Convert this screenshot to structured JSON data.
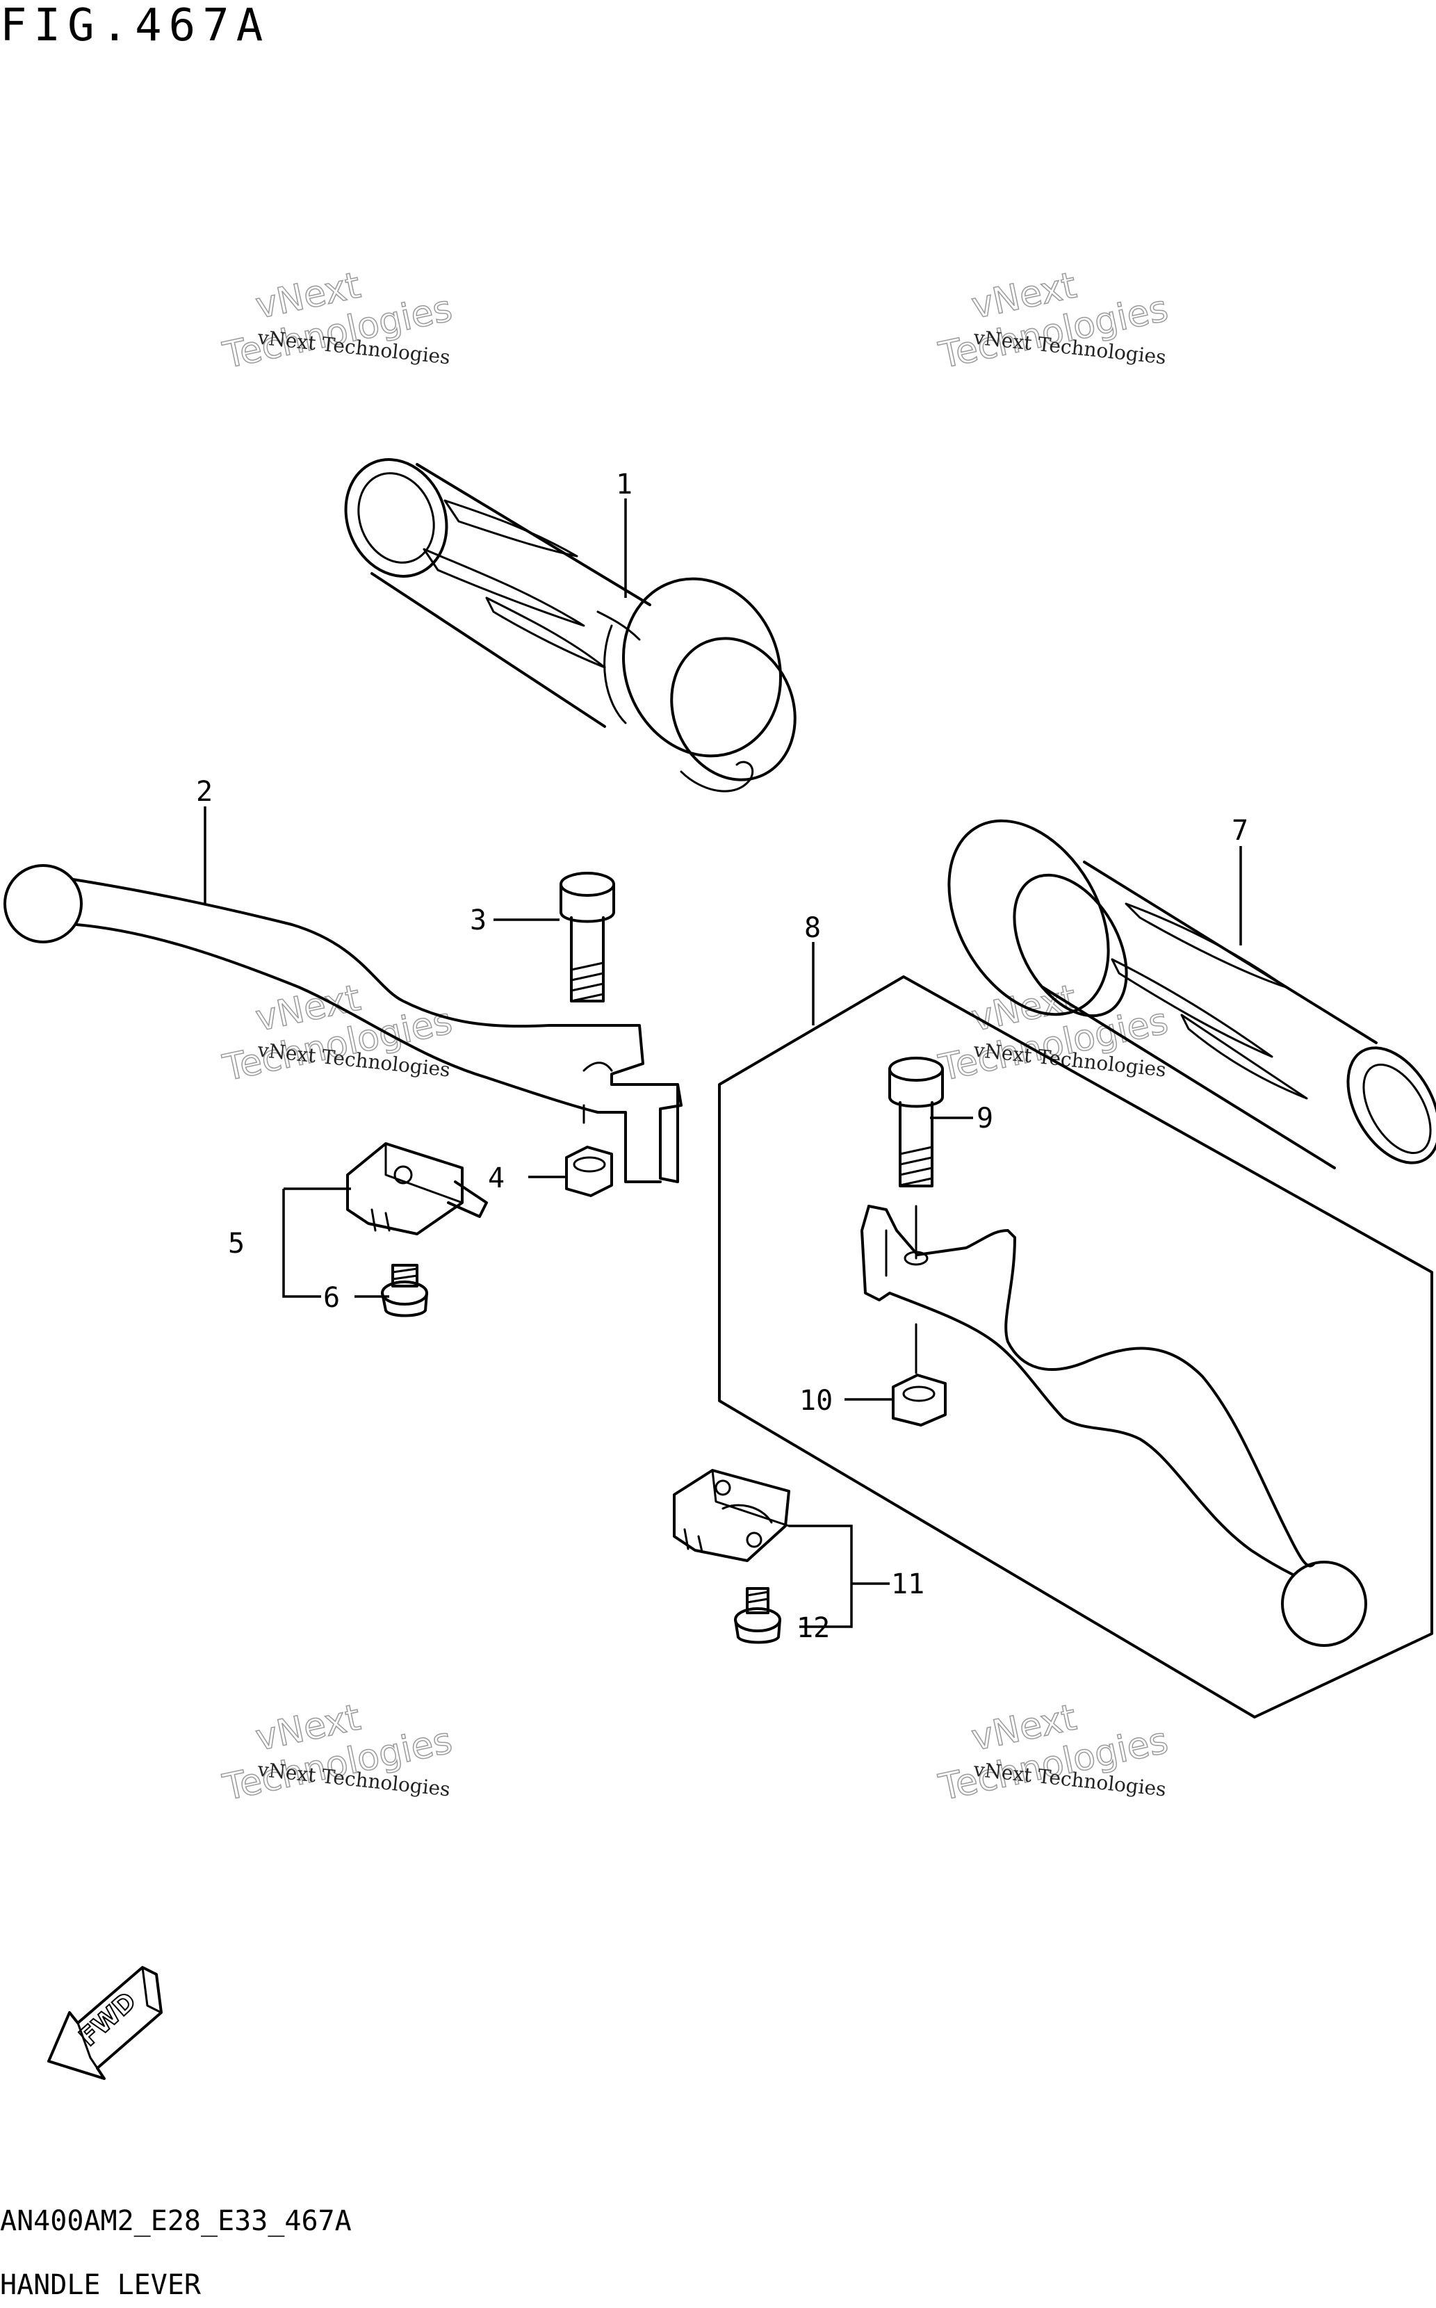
{
  "figure": {
    "title": "FIG.467A",
    "code": "AN400AM2_E28_E33_467A",
    "name": "HANDLE LEVER"
  },
  "watermark": {
    "line1": "vNext",
    "line2": "Technologies",
    "small": "vNext Technologies"
  },
  "fwd_arrow": {
    "label": "FWD"
  },
  "callouts": [
    {
      "id": "1",
      "part": "grip"
    },
    {
      "id": "2",
      "part": "lever"
    },
    {
      "id": "3",
      "part": "bolt"
    },
    {
      "id": "4",
      "part": "nut"
    },
    {
      "id": "5",
      "part": "switch"
    },
    {
      "id": "6",
      "part": "screw"
    },
    {
      "id": "7",
      "part": "grip"
    },
    {
      "id": "8",
      "part": "lever set"
    },
    {
      "id": "9",
      "part": "bolt"
    },
    {
      "id": "10",
      "part": "nut"
    },
    {
      "id": "11",
      "part": "switch"
    },
    {
      "id": "12",
      "part": "screw"
    }
  ]
}
